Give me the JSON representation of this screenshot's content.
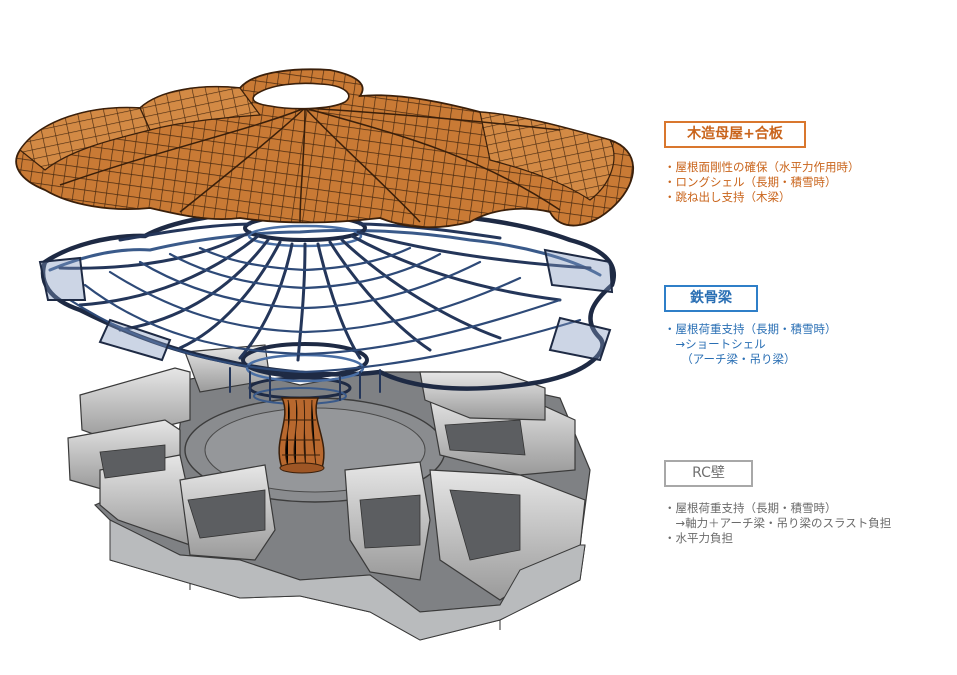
{
  "layers": {
    "wood": {
      "title": "木造母屋+合板",
      "color": "#c9641b",
      "notes": [
        "・屋根面剛性の確保（水平力作用時）",
        "・ロングシェル（長期・積雪時）",
        "・跳ね出し支持（木梁）"
      ]
    },
    "steel": {
      "title": "鉄骨梁",
      "color": "#2a6fb4",
      "notes": [
        "・屋根荷重支持（長期・積雪時）",
        "　→ショートシェル",
        "　　（アーチ梁・吊り梁）"
      ]
    },
    "rc": {
      "title": "RC壁",
      "color": "#707070",
      "notes": [
        "・屋根荷重支持（長期・積雪時）",
        "　→軸力＋アーチ梁・吊り梁のスラスト負担",
        "・水平力負担"
      ]
    }
  }
}
